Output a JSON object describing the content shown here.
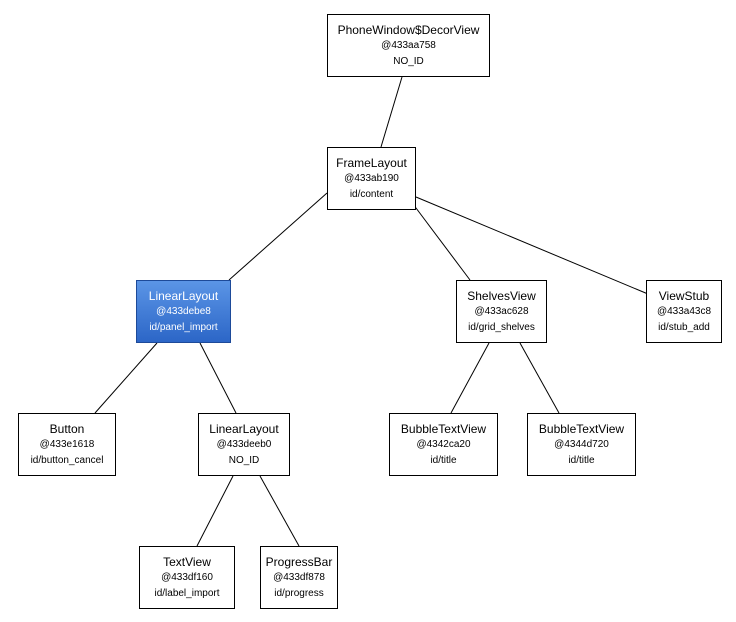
{
  "nodes": [
    {
      "key": "decorview",
      "class": "PhoneWindow$DecorView",
      "address": "@433aa758",
      "view_id": "NO_ID"
    },
    {
      "key": "content",
      "class": "FrameLayout",
      "address": "@433ab190",
      "view_id": "id/content"
    },
    {
      "key": "panel-import",
      "class": "LinearLayout",
      "address": "@433debe8",
      "view_id": "id/panel_import",
      "selected": true
    },
    {
      "key": "grid-shelves",
      "class": "ShelvesView",
      "address": "@433ac628",
      "view_id": "id/grid_shelves"
    },
    {
      "key": "stub-add",
      "class": "ViewStub",
      "address": "@433a43c8",
      "view_id": "id/stub_add"
    },
    {
      "key": "button-cancel",
      "class": "Button",
      "address": "@433e1618",
      "view_id": "id/button_cancel"
    },
    {
      "key": "inner-linearlayout",
      "class": "LinearLayout",
      "address": "@433deeb0",
      "view_id": "NO_ID"
    },
    {
      "key": "title-1",
      "class": "BubbleTextView",
      "address": "@4342ca20",
      "view_id": "id/title"
    },
    {
      "key": "title-2",
      "class": "BubbleTextView",
      "address": "@4344d720",
      "view_id": "id/title"
    },
    {
      "key": "label-import",
      "class": "TextView",
      "address": "@433df160",
      "view_id": "id/label_import"
    },
    {
      "key": "progress",
      "class": "ProgressBar",
      "address": "@433df878",
      "view_id": "id/progress"
    }
  ],
  "edges": [
    [
      "decorview",
      "content"
    ],
    [
      "content",
      "panel-import"
    ],
    [
      "content",
      "grid-shelves"
    ],
    [
      "content",
      "stub-add"
    ],
    [
      "panel-import",
      "button-cancel"
    ],
    [
      "panel-import",
      "inner-linearlayout"
    ],
    [
      "grid-shelves",
      "title-1"
    ],
    [
      "grid-shelves",
      "title-2"
    ],
    [
      "inner-linearlayout",
      "label-import"
    ],
    [
      "inner-linearlayout",
      "progress"
    ]
  ],
  "colors": {
    "selected_fill": "#2c66c7",
    "line": "#000000"
  }
}
